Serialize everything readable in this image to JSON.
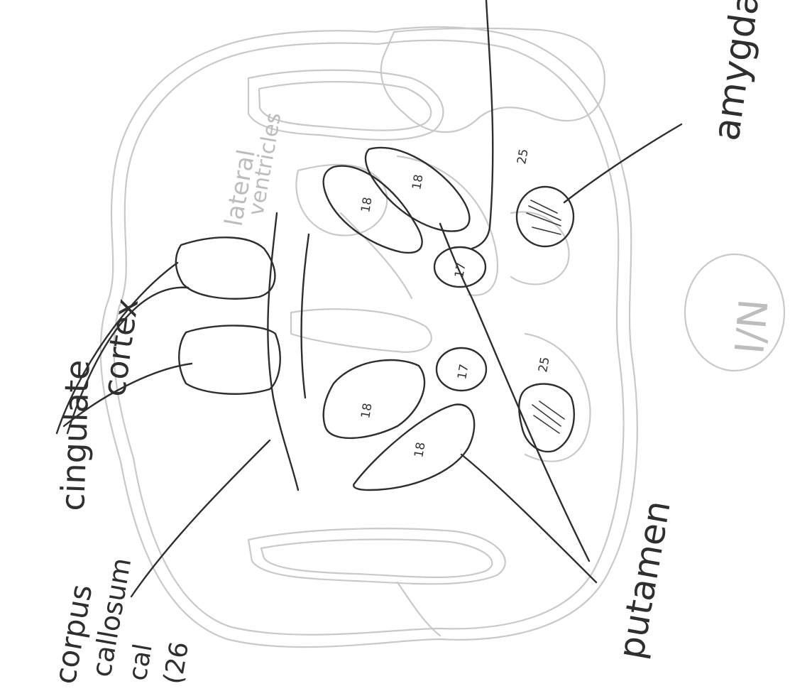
{
  "labels": {
    "cingulate": "cingulate",
    "cortex": "cortex",
    "lateral": "lateral",
    "ventricles": "ventricles",
    "amygdala": "amygdala",
    "putamen": "putamen",
    "corpus": "corpus",
    "callosum": "callosum",
    "callosum_code": "cal",
    "callosum_num": "(26",
    "view_mark": "I/N"
  },
  "region_numbers": {
    "putamen_upper_left": "18",
    "putamen_upper_right": "18",
    "putamen_lower_left": "18",
    "putamen_lower_right": "18",
    "small_upper": "17",
    "small_lower": "17",
    "amygdala_upper": "25",
    "amygdala_lower": "25"
  },
  "colors": {
    "outline": "#c9c9c9",
    "ink": "#2e2e2e",
    "paper": "#ffffff"
  }
}
